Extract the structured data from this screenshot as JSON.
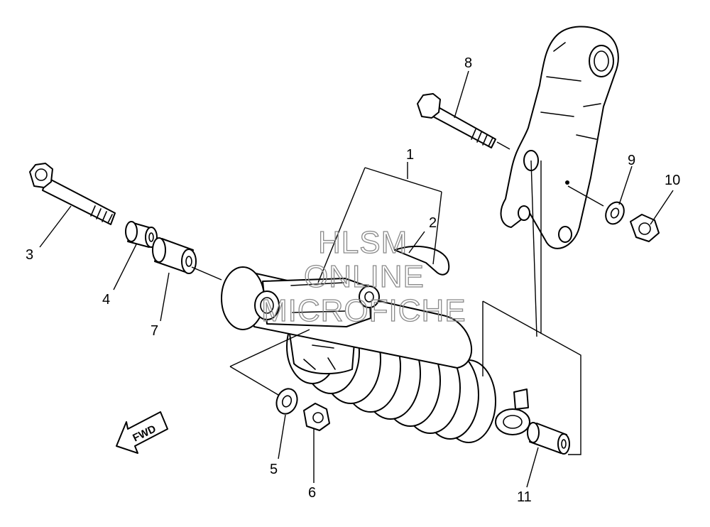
{
  "callouts": {
    "c1": "1",
    "c2": "2",
    "c3": "3",
    "c4": "4",
    "c5": "5",
    "c6": "6",
    "c7": "7",
    "c8": "8",
    "c9": "9",
    "c10": "10",
    "c11": "11"
  },
  "fwd_label": "FWD",
  "watermark": {
    "line1": "HLSM",
    "line2": "ONLINE",
    "line3": "MICROFICHE"
  }
}
